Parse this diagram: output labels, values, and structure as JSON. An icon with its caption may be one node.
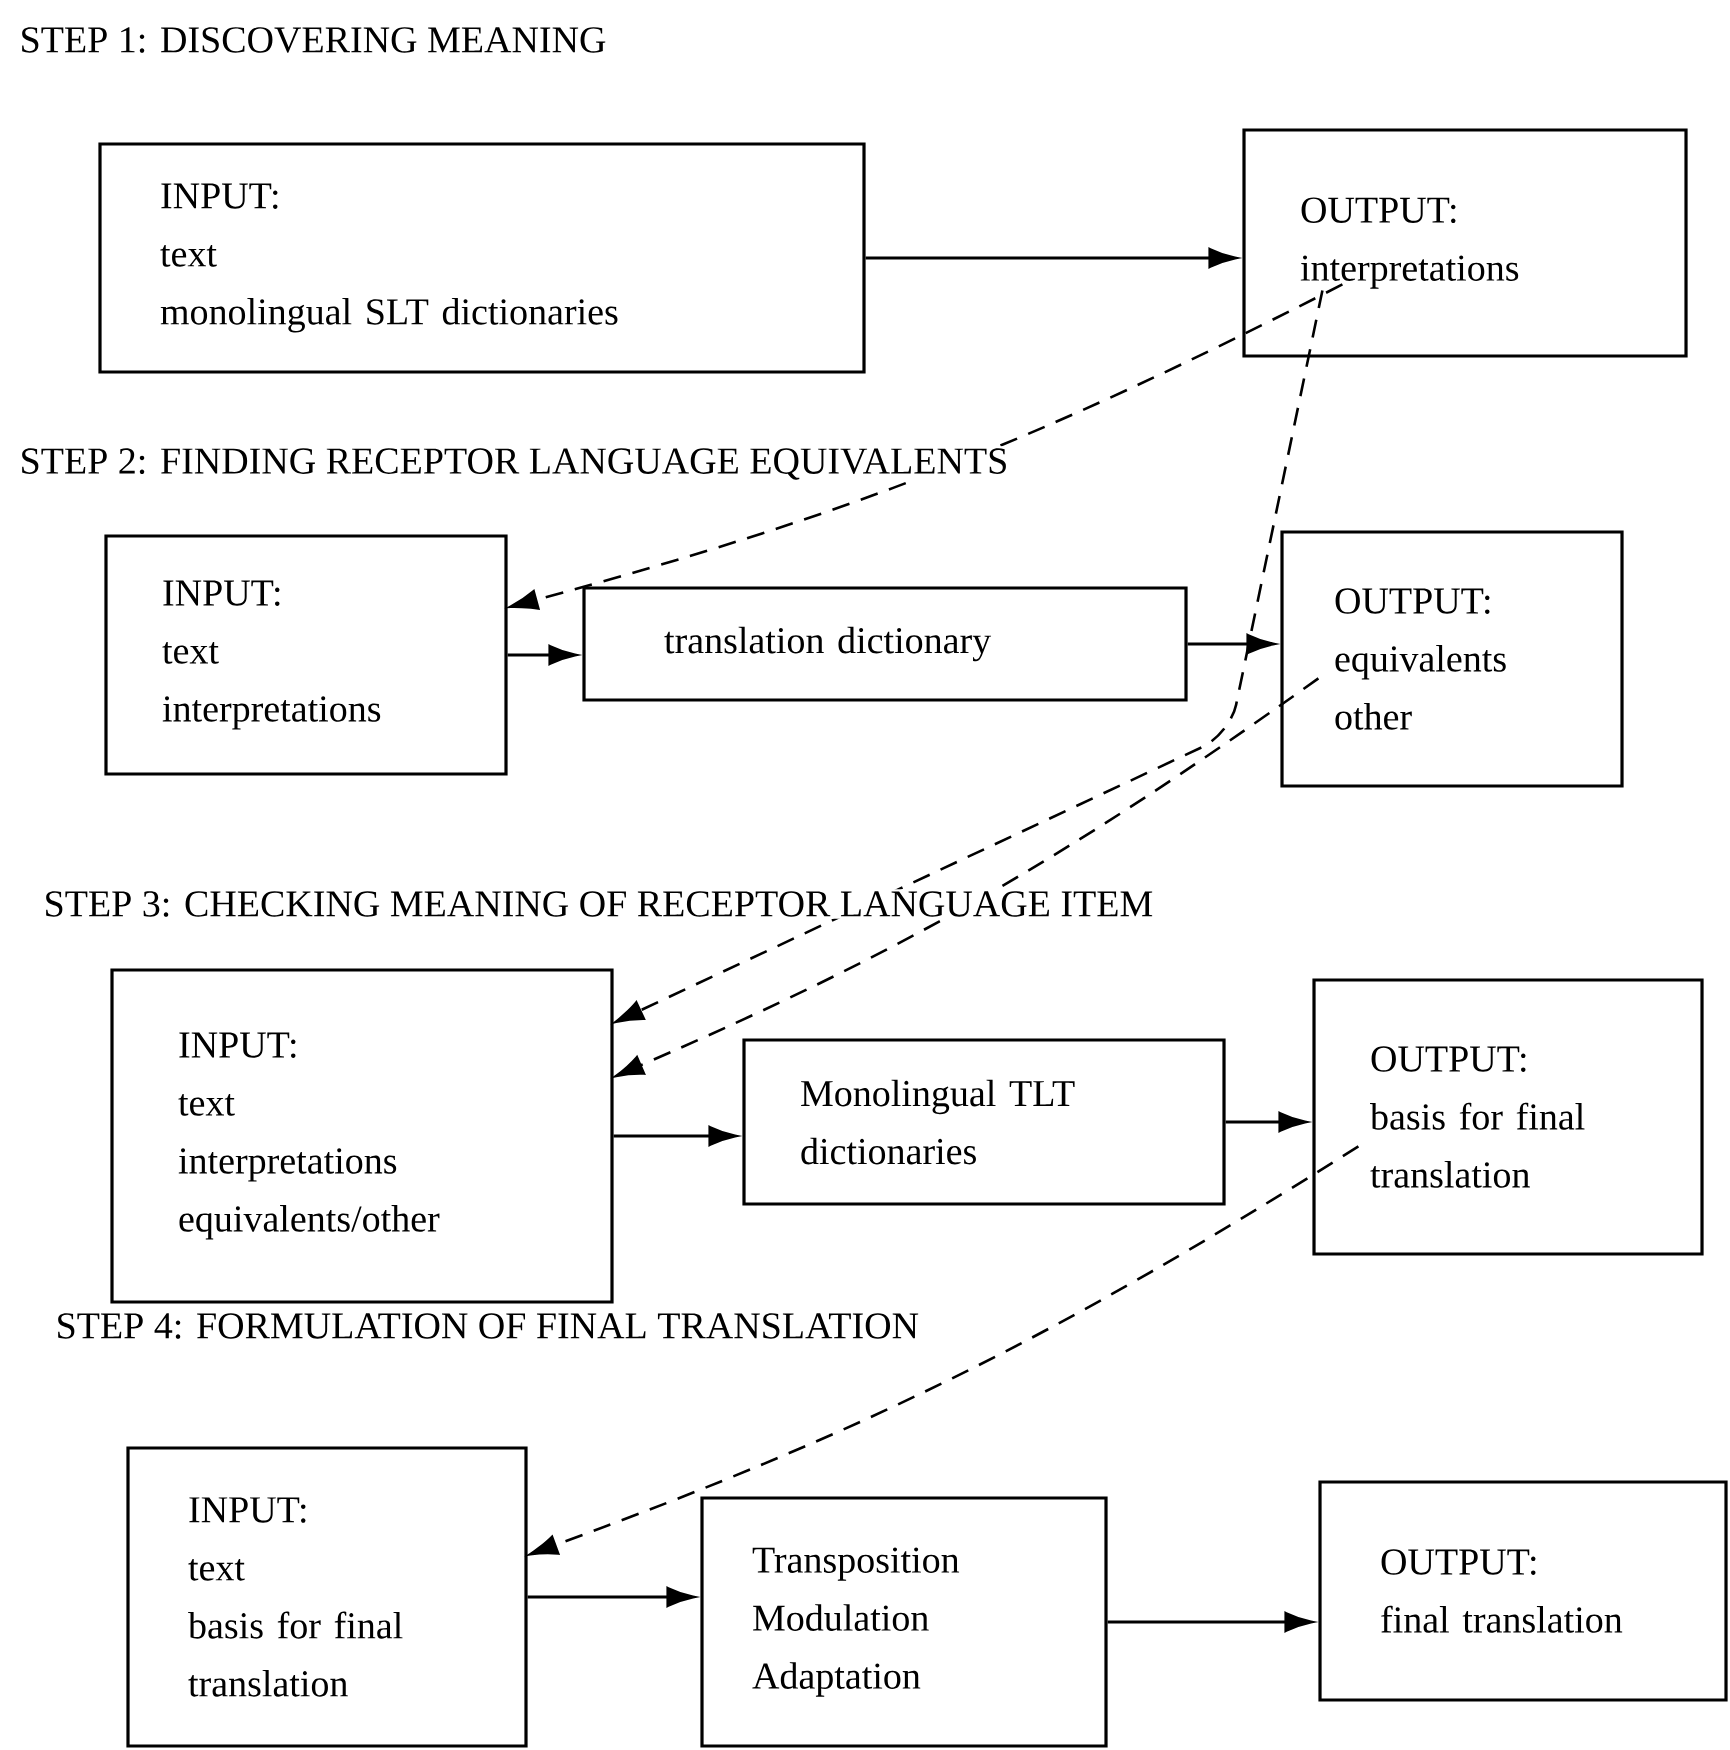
{
  "diagram": {
    "nodes": [
      {
        "text": [
          "INPUT:",
          "text",
          "monolingual SLT dictionaries"
        ]
      },
      {
        "text": [
          "OUTPUT:",
          "interpretations"
        ]
      },
      {
        "text": [
          "INPUT:",
          "text",
          "interpretations"
        ]
      },
      {
        "text": [
          "translation dictionary"
        ]
      },
      {
        "text": [
          "OUTPUT:",
          "equivalents",
          "other"
        ]
      },
      {
        "text": [
          "INPUT:",
          "text",
          "interpretations",
          "equivalents/other"
        ]
      },
      {
        "text": [
          "Monolingual TLT dictionaries"
        ]
      },
      {
        "text": [
          "OUTPUT:",
          "basis for final translation"
        ]
      },
      {
        "text": [
          "INPUT:",
          "text",
          "basis for final translation"
        ]
      },
      {
        "text": [
          "Transposition",
          "Modulation",
          "Adaptation"
        ]
      },
      {
        "text": [
          "OUTPUT:",
          "final translation"
        ]
      }
    ],
    "edges": [
      {
        "from": 0,
        "to": 1,
        "arrow": "to"
      },
      {
        "from": 1,
        "to": 2,
        "arrow": "to",
        "style": "dashed"
      },
      {
        "from": 1,
        "to": 5,
        "arrow": "to",
        "style": "dashed"
      },
      {
        "from": 2,
        "to": 3,
        "arrow": "to"
      },
      {
        "from": 3,
        "to": 4,
        "arrow": "to"
      },
      {
        "from": 4,
        "to": 5,
        "arrow": "to",
        "style": "dashed"
      },
      {
        "from": 5,
        "to": 6,
        "arrow": "to"
      },
      {
        "from": 6,
        "to": 7,
        "arrow": "to"
      },
      {
        "from": 7,
        "to": 8,
        "arrow": "to",
        "style": "dashed"
      },
      {
        "from": 8,
        "to": 9,
        "arrow": "to"
      },
      {
        "from": 9,
        "to": 10,
        "arrow": "to"
      }
    ],
    "labels": [
      "STEP 1: DISCOVERING MEANING",
      "STEP 2: FINDING RECEPTOR LANGUAGE EQUIVALENTS",
      "STEP 3: CHECKING MEANING OF RECEPTOR LANGUAGE ITEM",
      "STEP 4: FORMULATION OF FINAL TRANSLATION"
    ]
  }
}
